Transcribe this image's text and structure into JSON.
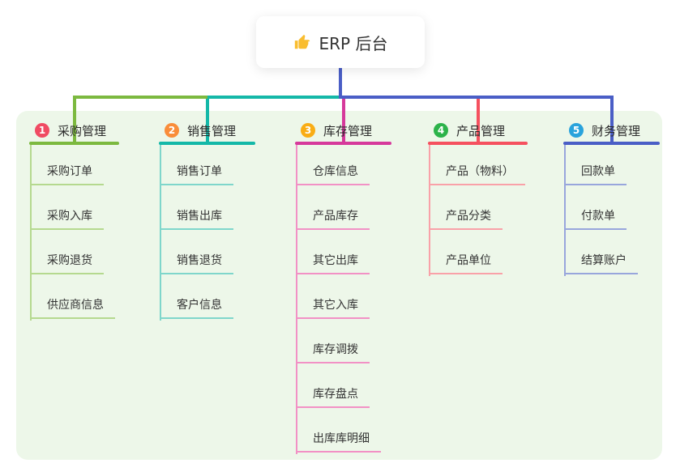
{
  "root": {
    "label": "ERP 后台",
    "icon": "thumbs-up-icon"
  },
  "branches": [
    {
      "index": "1",
      "label": "采购管理",
      "badge_color": "#f04b63",
      "line_color": "#7cb93f",
      "light_color": "#b5d98f",
      "children": [
        "采购订单",
        "采购入库",
        "采购退货",
        "供应商信息"
      ]
    },
    {
      "index": "2",
      "label": "销售管理",
      "badge_color": "#f98d3a",
      "line_color": "#14b8a8",
      "light_color": "#7fd6cb",
      "children": [
        "销售订单",
        "销售出库",
        "销售退货",
        "客户信息"
      ]
    },
    {
      "index": "3",
      "label": "库存管理",
      "badge_color": "#f9ad15",
      "line_color": "#d6399b",
      "light_color": "#f291c5",
      "children": [
        "仓库信息",
        "产品库存",
        "其它出库",
        "其它入库",
        "库存调拨",
        "库存盘点",
        "出库库明细"
      ]
    },
    {
      "index": "4",
      "label": "产品管理",
      "badge_color": "#2cb34a",
      "line_color": "#f5515f",
      "light_color": "#f9a1a8",
      "children": [
        "产品（物料）",
        "产品分类",
        "产品单位"
      ]
    },
    {
      "index": "5",
      "label": "财务管理",
      "badge_color": "#29a3dc",
      "line_color": "#4a5ec6",
      "light_color": "#98a6dc",
      "children": [
        "回款单",
        "付款单",
        "结算账户"
      ]
    }
  ],
  "colors": {
    "canvas_bg": "#ffffff",
    "panel_bg": "#edf7e9",
    "root_line": "#4a5ec6",
    "thumb": "#f9bd2f",
    "text": "#333333"
  }
}
